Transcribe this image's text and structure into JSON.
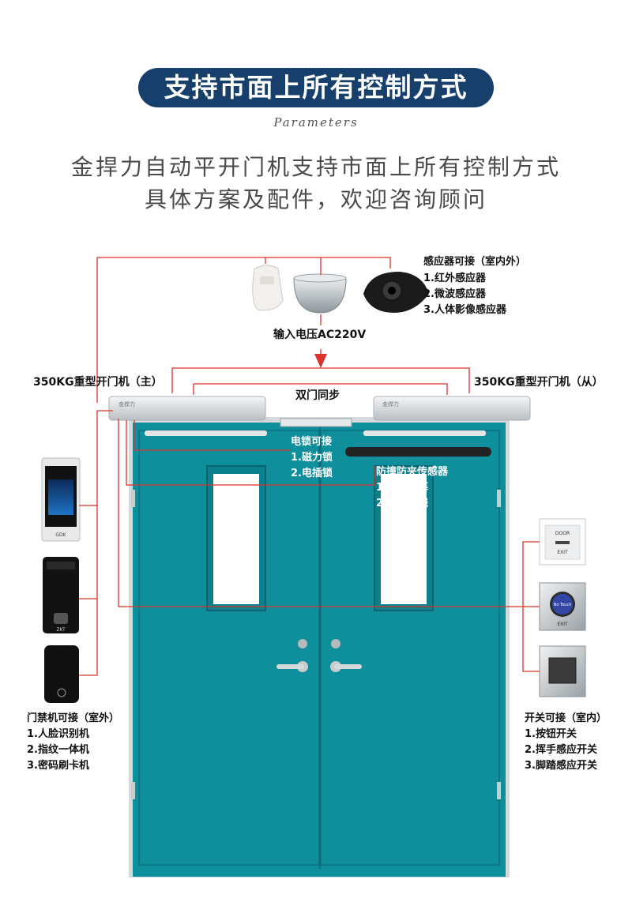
{
  "header": {
    "banner": "支持市面上所有控制方式",
    "script_word": "Parameters",
    "line1": "金捍力自动平开门机支持市面上所有控制方式",
    "line2": "具体方案及配件，欢迎咨询顾问"
  },
  "sensors": {
    "title": "感应器可接（室内外）",
    "items": [
      "1.红外感应器",
      "2.微波感应器",
      "3.人体影像感应器"
    ]
  },
  "power": {
    "label": "输入电压AC220V"
  },
  "operator_main": {
    "label": "350KG重型开门机（主）",
    "brand": "金捍力"
  },
  "operator_sub": {
    "label": "350KG重型开门机（从）",
    "brand": "金捍力"
  },
  "sync": {
    "label": "双门同步"
  },
  "lock": {
    "title": "电锁可接",
    "items": [
      "1.磁力锁",
      "2.电插锁"
    ]
  },
  "safety": {
    "title": "防撞防夹传感器",
    "items": [
      "1.安全光幕",
      "2.对射光线"
    ]
  },
  "access": {
    "title": "门禁机可接（室外）",
    "items": [
      "1.人脸识别机",
      "2.指纹一体机",
      "3.密码刷卡机"
    ],
    "face_brand": "GDK",
    "finger_brand": "ZKT"
  },
  "switch": {
    "title": "开关可接（室内）",
    "items": [
      "1.按钮开关",
      "2.挥手感应开关",
      "3.脚踏感应开关"
    ],
    "exit_top": "DOOR",
    "exit_bottom": "EXIT",
    "touch_text": "No Touch",
    "touch_exit": "EXIT"
  },
  "colors": {
    "banner": "#173f6b",
    "door": "#0f8f9c",
    "wire": "#d9342b",
    "door_edge": "#d8dde0"
  }
}
